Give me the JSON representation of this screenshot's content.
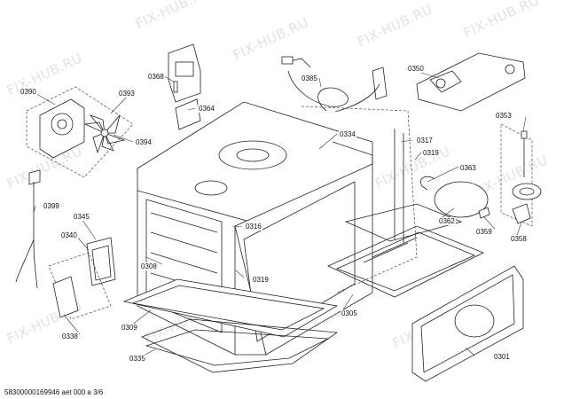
{
  "watermark": "FIX-HUB.RU",
  "footer": "58300000169946 aet 000 a 3/6",
  "parts": {
    "p0390": "0390",
    "p0393": "0393",
    "p0394": "0394",
    "p0368": "0368",
    "p0364": "0364",
    "p0385": "0385",
    "p0350": "0350",
    "p0353": "0353",
    "p0334": "0334",
    "p0317": "0317",
    "p0319a": "0319",
    "p0363": "0363",
    "p0362": "0362",
    "p0359": "0359",
    "p0358": "0358",
    "p0399": "0399",
    "p0345": "0345",
    "p0340": "0340",
    "p0316": "0316",
    "p0308": "0308",
    "p0319b": "0319",
    "p0338": "0338",
    "p0309": "0309",
    "p0305": "0305",
    "p0335": "0335",
    "p0301": "0301"
  }
}
